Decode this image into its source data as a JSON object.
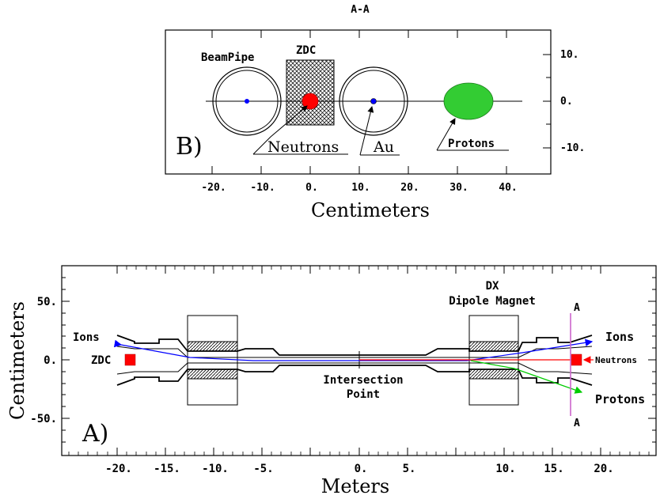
{
  "panel_b": {
    "title": "A-A",
    "panel_label": "B)",
    "xlabel": "Centimeters",
    "x_ticks": [
      "-20.",
      "-10.",
      "0.",
      "10.",
      "20.",
      "30.",
      "40."
    ],
    "y_ticks": [
      "10.",
      "0.",
      "-10."
    ],
    "labels": {
      "beampipe": "BeamPipe",
      "zdc": "ZDC",
      "neutrons": "Neutrons",
      "au": "Au",
      "protons": "Protons"
    },
    "colors": {
      "neutron_spot": "#ff0000",
      "proton_spot": "#33cc33",
      "au_dot": "#0000ff"
    }
  },
  "panel_a": {
    "panel_label": "A)",
    "xlabel": "Meters",
    "ylabel": "Centimeters",
    "x_ticks": [
      "-20.",
      "-15.",
      "-10.",
      "-5.",
      "0.",
      "5.",
      "10.",
      "15.",
      "20."
    ],
    "y_ticks": [
      "50.",
      "0.",
      "-50."
    ],
    "labels": {
      "ions_left": "Ions",
      "ions_right": "Ions",
      "zdc": "ZDC",
      "dx_line1": "DX",
      "dx_line2": "Dipole  Magnet",
      "intersection_line1": "Intersection",
      "intersection_line2": "Point",
      "neutrons": "Neutrons",
      "protons": "Protons",
      "section_top": "A",
      "section_bottom": "A"
    },
    "colors": {
      "ion_track": "#0000ff",
      "neutron_track": "#ff0000",
      "proton_track": "#00cc00",
      "section_line": "#cc66cc",
      "zdc_block": "#ff0000"
    }
  }
}
